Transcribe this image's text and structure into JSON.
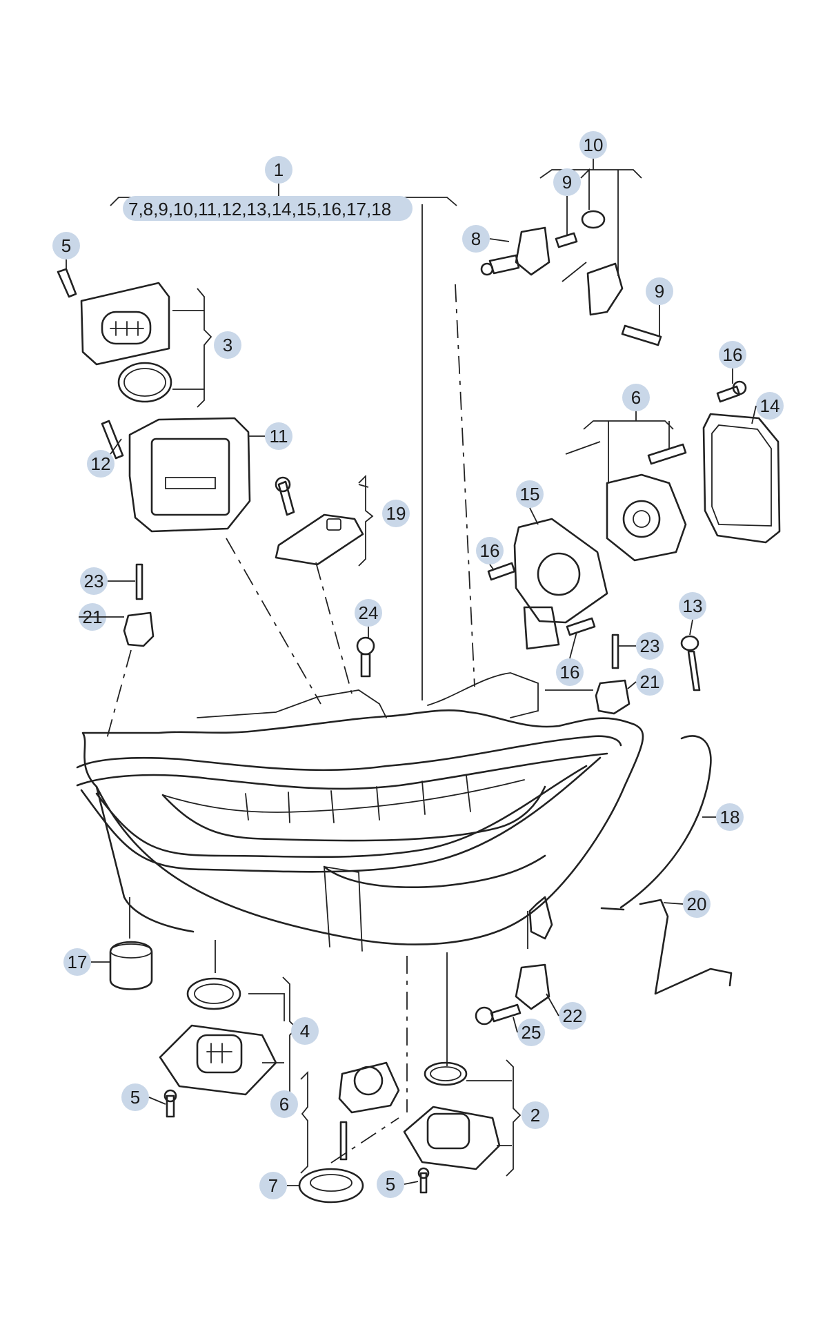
{
  "assembly_list": "7,8,9,10,11,12,13,14,15,16,17,18",
  "labels": {
    "p1": "1",
    "p2": "2",
    "p3": "3",
    "p4": "4",
    "p5a": "5",
    "p5b": "5",
    "p5c": "5",
    "p6a": "6",
    "p6b": "6",
    "p7": "7",
    "p8": "8",
    "p9a": "9",
    "p9b": "9",
    "p10": "10",
    "p11": "11",
    "p12": "12",
    "p13": "13",
    "p14": "14",
    "p15": "15",
    "p16a": "16",
    "p16b": "16",
    "p16c": "16",
    "p17": "17",
    "p18": "18",
    "p19": "19",
    "p20": "20",
    "p21a": "21",
    "p21b": "21",
    "p22": "22",
    "p23a": "23",
    "p23b": "23",
    "p24": "24",
    "p25": "25"
  },
  "colors": {
    "badge": "#c9d7e8",
    "line": "#222222"
  }
}
